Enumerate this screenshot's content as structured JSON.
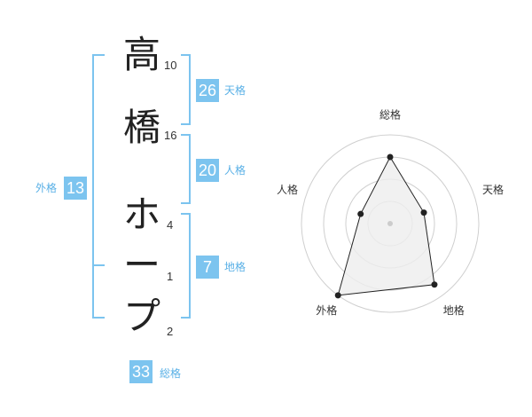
{
  "name_chars": [
    {
      "char": "高",
      "strokes": "10"
    },
    {
      "char": "橋",
      "strokes": "16"
    },
    {
      "char": "ホ",
      "strokes": "4"
    },
    {
      "char": "ー",
      "strokes": "1"
    },
    {
      "char": "プ",
      "strokes": "2"
    }
  ],
  "fortunes": {
    "tenkaku": {
      "value": "26",
      "label": "天格"
    },
    "jinkaku": {
      "value": "20",
      "label": "人格"
    },
    "chikaku": {
      "value": "7",
      "label": "地格"
    },
    "gaikaku": {
      "value": "13",
      "label": "外格"
    },
    "soukaku": {
      "value": "33",
      "label": "総格"
    }
  },
  "colors": {
    "accent": "#7cc4ef",
    "label_text": "#59b0e6",
    "radar_fill": "#eeeeee",
    "radar_line": "#222222"
  },
  "chart_data": {
    "type": "radar",
    "axes": [
      "総格",
      "天格",
      "地格",
      "外格",
      "人格"
    ],
    "values": [
      0.75,
      0.4,
      0.85,
      1.0,
      0.35
    ],
    "range": [
      0,
      1
    ],
    "rings": 4
  }
}
